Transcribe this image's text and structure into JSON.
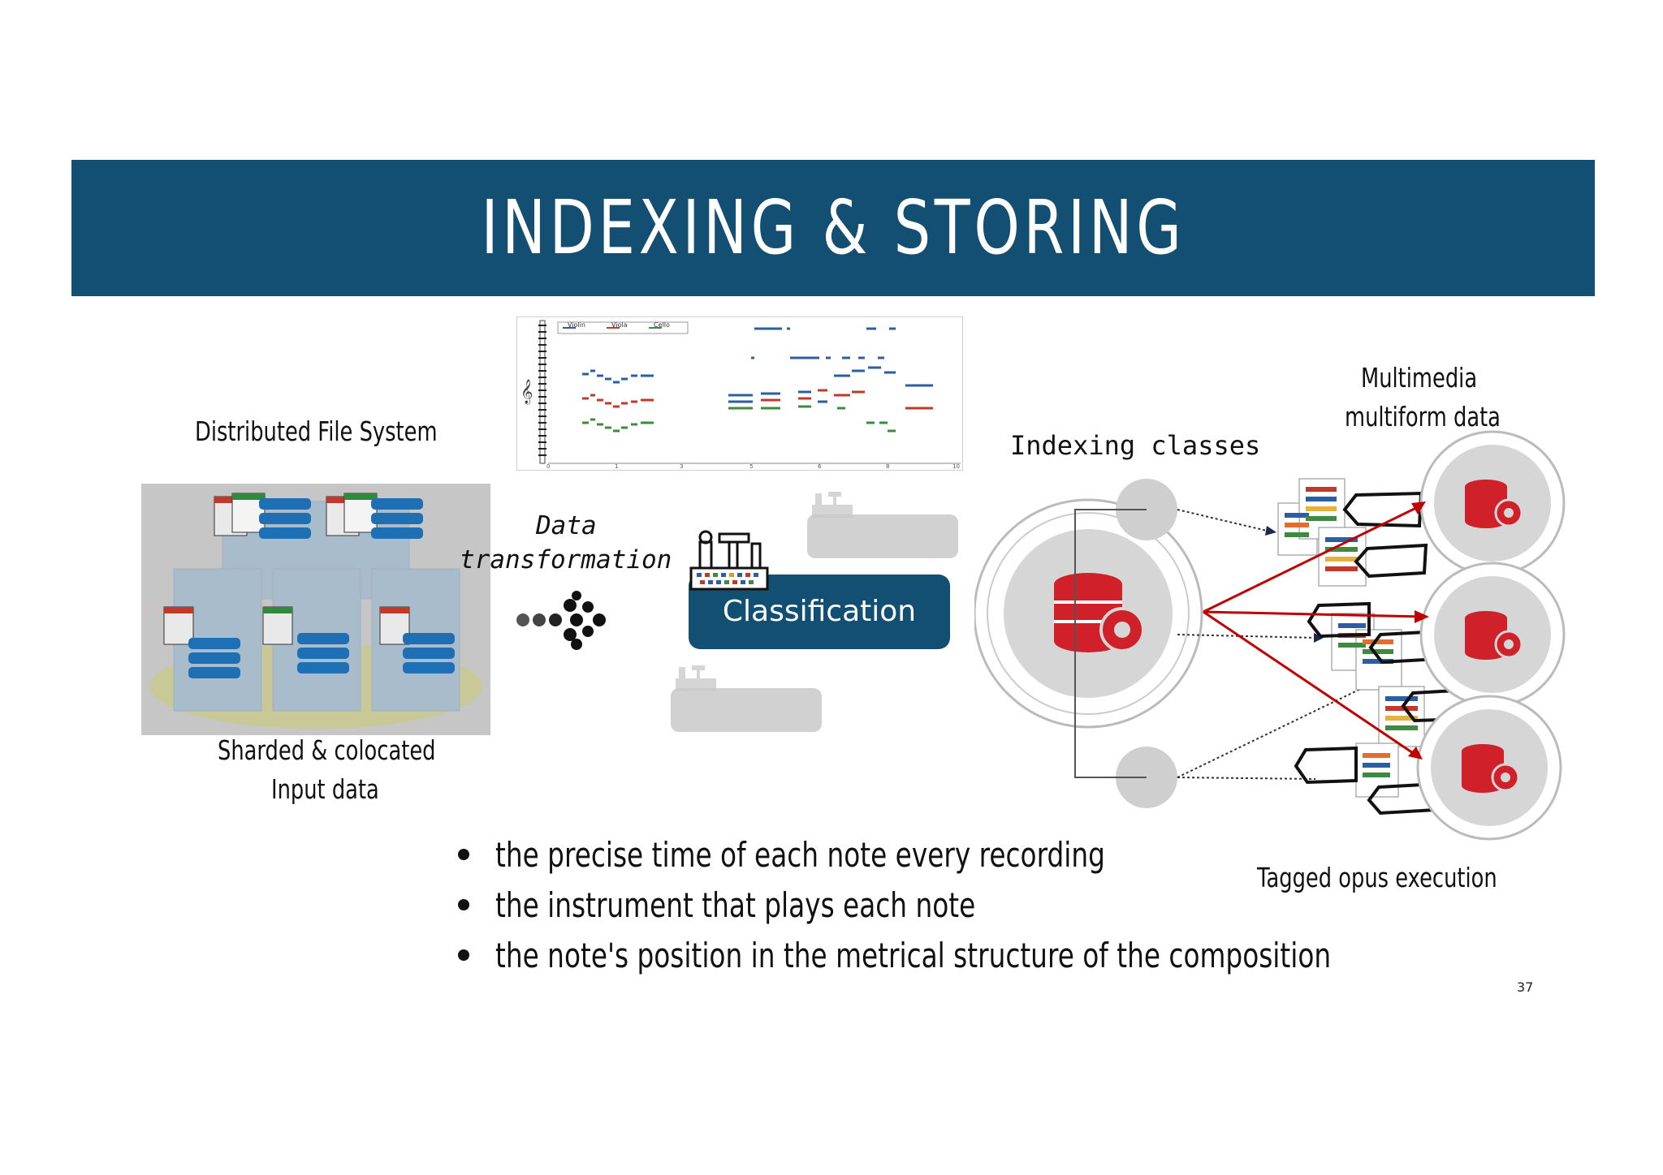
{
  "slide": {
    "title": "INDEXING & STORING",
    "page_number": "37"
  },
  "labels": {
    "distributed_fs": "Distributed File System",
    "sharded_line1": "Sharded & colocated",
    "sharded_line2": "Input data",
    "data_transformation_line1": "Data",
    "data_transformation_line2": "transformation",
    "classification": "Classification",
    "indexing_classes": "Indexing classes",
    "multimedia_line1": "Multimedia",
    "multimedia_line2": "multiform data",
    "tagged_opus": "Tagged opus execution"
  },
  "piano_roll_legend": [
    "Violin",
    "Viola",
    "Cello"
  ],
  "bullets": [
    "the precise time of each note every recording",
    "the instrument that plays each note",
    "the note's position in the metrical structure of the composition"
  ],
  "colors": {
    "banner": "#124f72",
    "accent_red": "#d0202a",
    "server_blue": "#1f6fb5",
    "violin": "#2b5fa5",
    "viola": "#c0392b",
    "cello": "#3e8a3e"
  }
}
